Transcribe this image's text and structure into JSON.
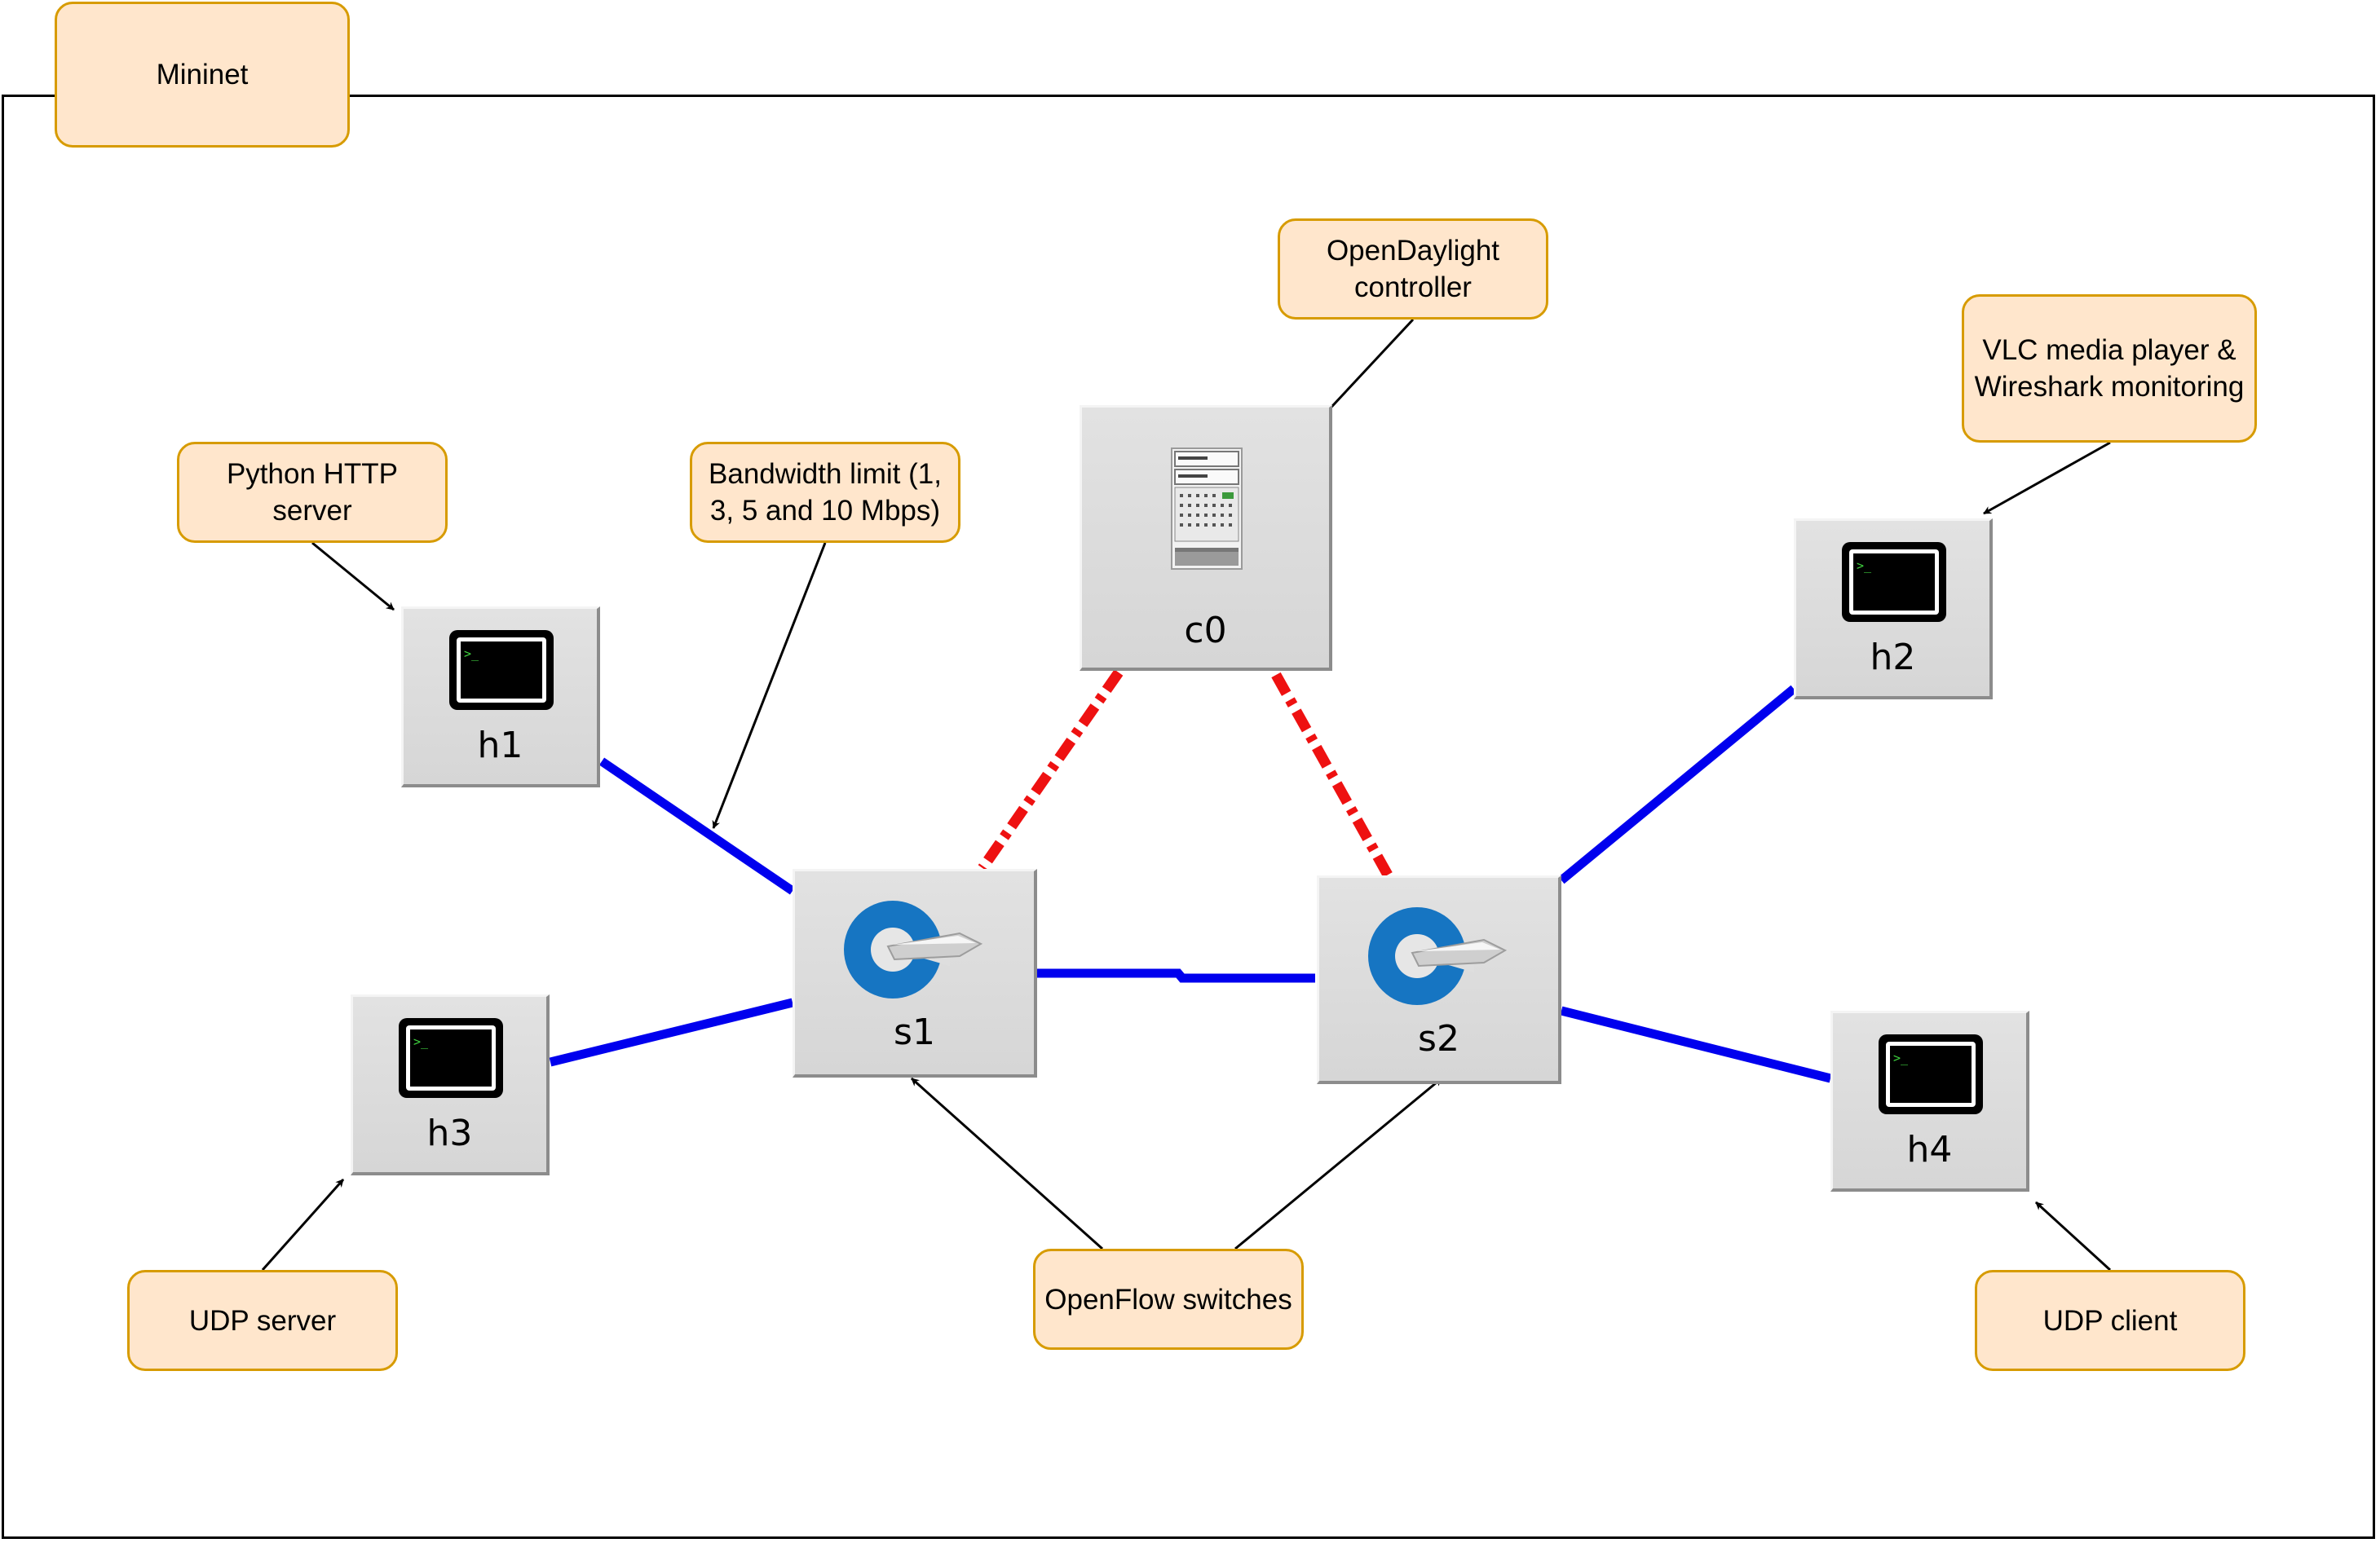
{
  "container": {
    "label": "Mininet"
  },
  "nodes": {
    "c0": {
      "label": "c0",
      "icon": "server-icon"
    },
    "s1": {
      "label": "s1",
      "icon": "openflow-switch-icon"
    },
    "s2": {
      "label": "s2",
      "icon": "openflow-switch-icon"
    },
    "h1": {
      "label": "h1",
      "icon": "terminal-icon"
    },
    "h2": {
      "label": "h2",
      "icon": "terminal-icon"
    },
    "h3": {
      "label": "h3",
      "icon": "terminal-icon"
    },
    "h4": {
      "label": "h4",
      "icon": "terminal-icon"
    }
  },
  "annotations": {
    "controller": "OpenDaylight\ncontroller",
    "http_server": "Python HTTP\nserver",
    "bandwidth": "Bandwidth limit (1,\n3, 5 and 10 Mbps)",
    "vlc": "VLC media player &\nWireshark monitoring",
    "udp_server": "UDP server",
    "switches": "OpenFlow switches",
    "udp_client": "UDP client"
  },
  "links": {
    "data_links": [
      "h1-s1",
      "h3-s1",
      "s1-s2",
      "s2-h2",
      "s2-h4"
    ],
    "control_links": [
      "c0-s1",
      "c0-s2"
    ]
  },
  "colors": {
    "data_link": "#0000ee",
    "control_link": "#ee1111",
    "note_fill": "#ffe6cc",
    "note_border": "#d79b00",
    "node_fill": "#dcdcdc"
  }
}
